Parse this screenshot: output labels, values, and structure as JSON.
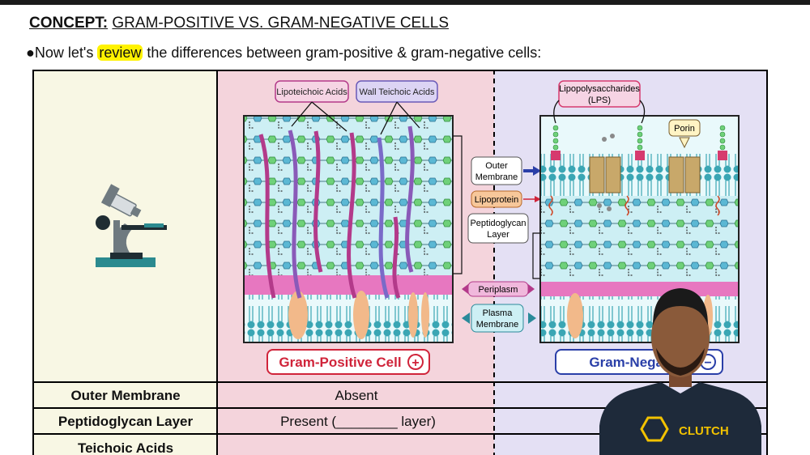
{
  "header": {
    "concept_label": "CONCEPT:",
    "concept_title": "GRAM-POSITIVE VS. GRAM-NEGATIVE CELLS",
    "intro_before": "●Now let's ",
    "intro_highlight": "review",
    "intro_after": " the differences between gram-positive & gram-negative cells:"
  },
  "diagram": {
    "lipoteichoic": "Lipoteichoic Acids",
    "wall_teichoic": "Wall Teichoic Acids",
    "lps_line1": "Lipopolysaccharides",
    "lps_line2": "(LPS)",
    "porin": "Porin",
    "outer_membrane_1": "Outer",
    "outer_membrane_2": "Membrane",
    "lipoprotein": "Lipoprotein",
    "peptidoglycan_1": "Peptidoglycan",
    "peptidoglycan_2": "Layer",
    "periplasm": "Periplasm",
    "plasma_1": "Plasma",
    "plasma_2": "Membrane",
    "gram_positive_label": "Gram-Positive Cell",
    "gram_negative_label": "Gram-Nega      ell",
    "plus_sign": "+",
    "minus_sign": "−"
  },
  "table": {
    "rows": [
      {
        "feature": "Outer Membrane",
        "positive": "Absent"
      },
      {
        "feature": "Peptidoglycan Layer",
        "positive": "Present (________ layer)"
      },
      {
        "feature": "Teichoic Acids",
        "positive": ""
      }
    ]
  },
  "shirt_logo": "CLUTCH",
  "colors": {
    "positive_bg": "#f4d4dc",
    "negative_bg": "#e4e0f4",
    "icon_bg": "#f8f7e4",
    "highlight": "#fff200",
    "positive_red": "#d0243a",
    "negative_blue": "#2a3fa8"
  }
}
